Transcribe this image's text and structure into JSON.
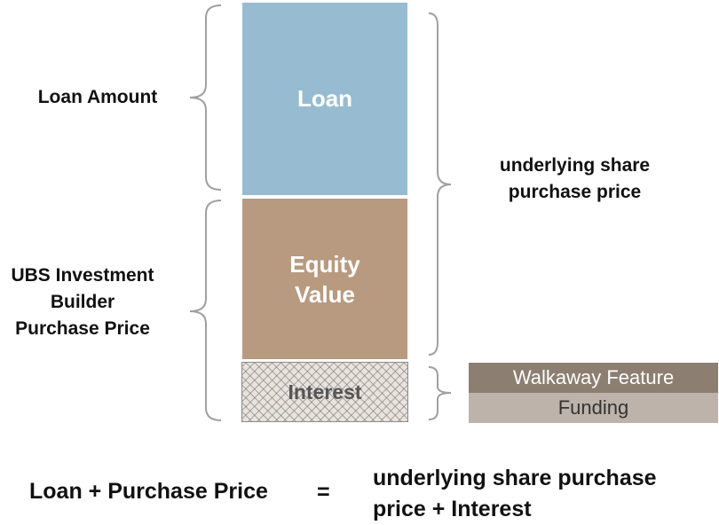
{
  "left_labels": {
    "loan_amount": "Loan Amount",
    "ubs_line1": "UBS Investment",
    "ubs_line2": "Builder",
    "ubs_line3": "Purchase Price"
  },
  "blocks": {
    "loan": "Loan",
    "equity_line1": "Equity",
    "equity_line2": "Value",
    "interest": "Interest"
  },
  "right_labels": {
    "share_line1": "underlying share",
    "share_line2": "purchase price"
  },
  "bars": {
    "walkaway": "Walkaway Feature",
    "funding": "Funding"
  },
  "formula": {
    "left": "Loan + Purchase Price",
    "equals": "=",
    "right_line1": "underlying share purchase",
    "right_line2": "price + Interest"
  },
  "colors": {
    "loan": "#97bcd1",
    "equity": "#b89a80",
    "walkaway": "#8c7f72",
    "funding": "#bdb3ab",
    "brace": "#a0a0a0"
  }
}
